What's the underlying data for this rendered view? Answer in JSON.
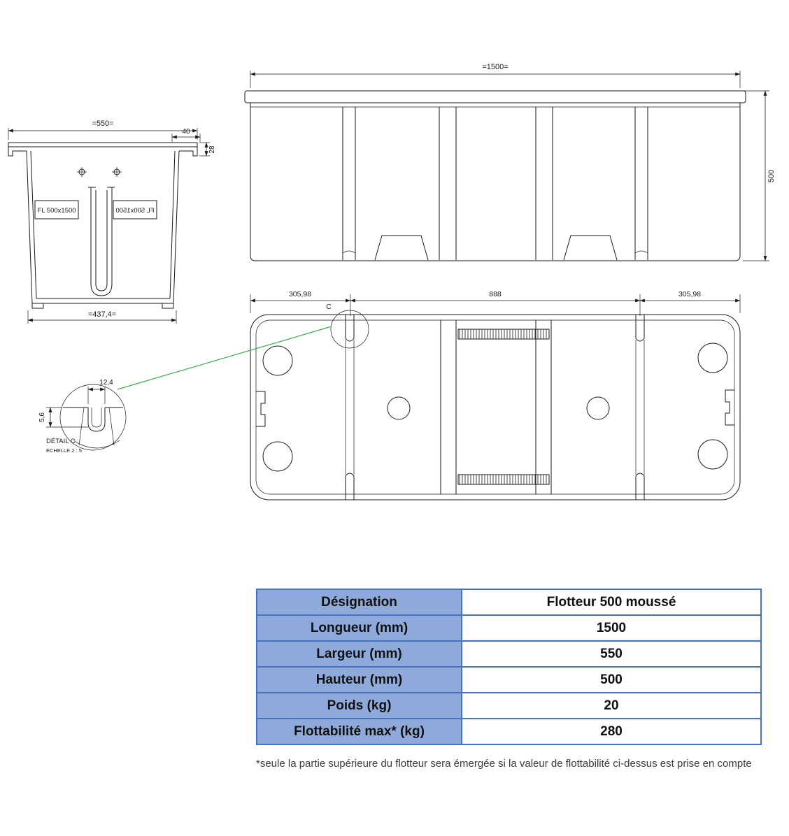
{
  "colors": {
    "line": "#1a1a1a",
    "table_header_fill": "#8EAADB",
    "table_border": "#4472C4",
    "leader_green": "#3dae49"
  },
  "end_view": {
    "dim_width_top": "=550=",
    "dim_flange": "40",
    "dim_lip": "28",
    "dim_width_bottom": "=437,4=",
    "plate_label_left": "FL 500x1500",
    "plate_label_right": "FL 500x1500"
  },
  "side_view": {
    "dim_length": "=1500=",
    "dim_height": "500"
  },
  "bottom_view": {
    "dim_left": "305,98",
    "dim_center": "888",
    "dim_right": "305,98",
    "detail_marker": "C"
  },
  "detail_view": {
    "dim_slot_width": "12,4",
    "dim_slot_depth": "5,6",
    "title": "DÉTAIL C",
    "scale": "ECHELLE 2 : 5"
  },
  "table": {
    "rows": [
      {
        "label": "Désignation",
        "value": "Flotteur 500 moussé"
      },
      {
        "label": "Longueur (mm)",
        "value": "1500"
      },
      {
        "label": "Largeur (mm)",
        "value": "550"
      },
      {
        "label": "Hauteur (mm)",
        "value": "500"
      },
      {
        "label": "Poids (kg)",
        "value": "20"
      },
      {
        "label": "Flottabilité max* (kg)",
        "value": "280"
      }
    ]
  },
  "footnote": "*seule la partie supérieure du flotteur sera émergée si la valeur de flottabilité ci-dessus est prise en compte"
}
